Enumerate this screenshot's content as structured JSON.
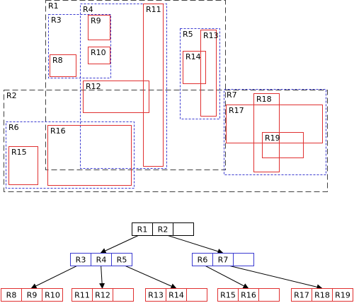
{
  "colors": {
    "group_outer": "#404040",
    "group_inner": "#3a3ad0",
    "leaf": "#e03030",
    "node_root": "#000000",
    "node_mid": "#3a3ad0",
    "node_leaf": "#e03030",
    "edge": "#000000"
  },
  "regions": [
    {
      "id": "R1",
      "label": "R1",
      "level": "outer"
    },
    {
      "id": "R2",
      "label": "R2",
      "level": "outer"
    },
    {
      "id": "R3",
      "label": "R3",
      "level": "inner"
    },
    {
      "id": "R4",
      "label": "R4",
      "level": "inner"
    },
    {
      "id": "R5",
      "label": "R5",
      "level": "inner"
    },
    {
      "id": "R6",
      "label": "R6",
      "level": "inner"
    },
    {
      "id": "R7",
      "label": "R7",
      "level": "inner"
    },
    {
      "id": "R8",
      "label": "R8",
      "level": "leaf"
    },
    {
      "id": "R9",
      "label": "R9",
      "level": "leaf"
    },
    {
      "id": "R10",
      "label": "R10",
      "level": "leaf"
    },
    {
      "id": "R11",
      "label": "R11",
      "level": "leaf"
    },
    {
      "id": "R12",
      "label": "R12",
      "level": "leaf"
    },
    {
      "id": "R13",
      "label": "R13",
      "level": "leaf"
    },
    {
      "id": "R14",
      "label": "R14",
      "level": "leaf"
    },
    {
      "id": "R15",
      "label": "R15",
      "level": "leaf"
    },
    {
      "id": "R16",
      "label": "R16",
      "level": "leaf"
    },
    {
      "id": "R17",
      "label": "R17",
      "level": "leaf"
    },
    {
      "id": "R18",
      "label": "R18",
      "level": "leaf"
    },
    {
      "id": "R19",
      "label": "R19",
      "level": "leaf"
    }
  ],
  "tree": {
    "nodes": [
      {
        "id": "root",
        "level": "root",
        "entries": [
          "R1",
          "R2",
          ""
        ]
      },
      {
        "id": "n-r1",
        "level": "mid",
        "entries": [
          "R3",
          "R4",
          "R5"
        ]
      },
      {
        "id": "n-r2",
        "level": "mid",
        "entries": [
          "R6",
          "R7",
          ""
        ]
      },
      {
        "id": "n-r3",
        "level": "leaf",
        "entries": [
          "R8",
          "R9",
          "R10"
        ]
      },
      {
        "id": "n-r4",
        "level": "leaf",
        "entries": [
          "R11",
          "R12",
          ""
        ]
      },
      {
        "id": "n-r5",
        "level": "leaf",
        "entries": [
          "R13",
          "R14",
          ""
        ]
      },
      {
        "id": "n-r6",
        "level": "leaf",
        "entries": [
          "R15",
          "R16",
          ""
        ]
      },
      {
        "id": "n-r7",
        "level": "leaf",
        "entries": [
          "R17",
          "R18",
          "R19"
        ]
      }
    ],
    "edges": [
      {
        "from": "root",
        "entry": 0,
        "to": "n-r1"
      },
      {
        "from": "root",
        "entry": 1,
        "to": "n-r2"
      },
      {
        "from": "n-r1",
        "entry": 0,
        "to": "n-r3"
      },
      {
        "from": "n-r1",
        "entry": 1,
        "to": "n-r4"
      },
      {
        "from": "n-r1",
        "entry": 2,
        "to": "n-r5"
      },
      {
        "from": "n-r2",
        "entry": 0,
        "to": "n-r6"
      },
      {
        "from": "n-r2",
        "entry": 1,
        "to": "n-r7"
      }
    ]
  }
}
